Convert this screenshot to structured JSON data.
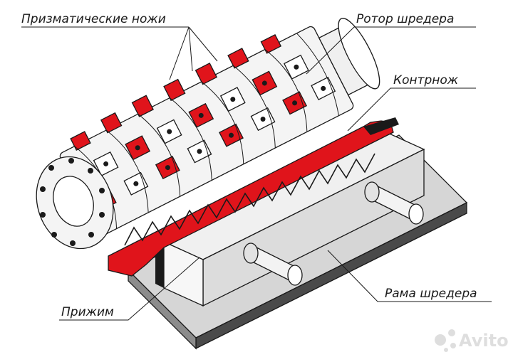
{
  "labels": {
    "knives": "Призматические ножи",
    "rotor": "Ротор шредера",
    "counter_knife": "Контрнож",
    "clamp": "Прижим",
    "frame": "Рама шредера"
  },
  "watermark": {
    "text": "Avito",
    "icon": "avito-dots-icon"
  },
  "colors": {
    "accent_red": "#e0141b",
    "steel_light": "#f2f2f2",
    "steel_mid": "#d4d4d4",
    "steel_dark": "#8c8c8c",
    "outline": "#1a1a1a"
  }
}
